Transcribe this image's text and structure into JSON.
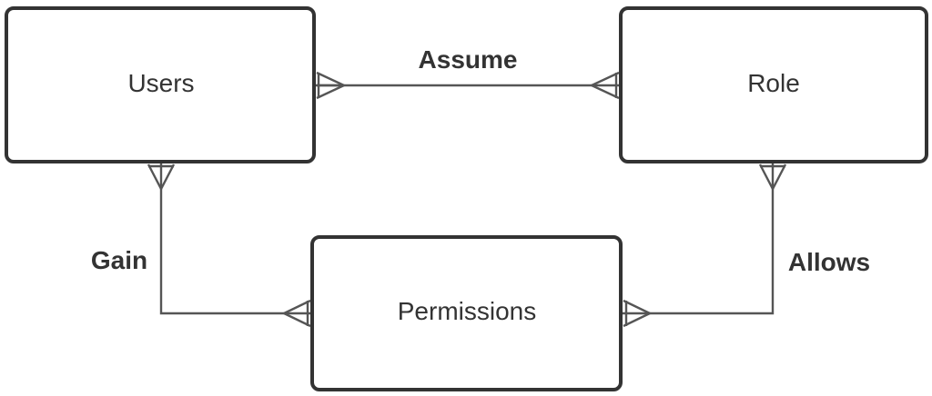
{
  "entities": {
    "users": "Users",
    "role": "Role",
    "permissions": "Permissions"
  },
  "relationships": {
    "assume": "Assume",
    "gain": "Gain",
    "allows": "Allows"
  },
  "notation": "crow's foot (many-to-many)",
  "colors": {
    "stroke": "#333333",
    "connector": "#555555",
    "background": "#ffffff"
  }
}
